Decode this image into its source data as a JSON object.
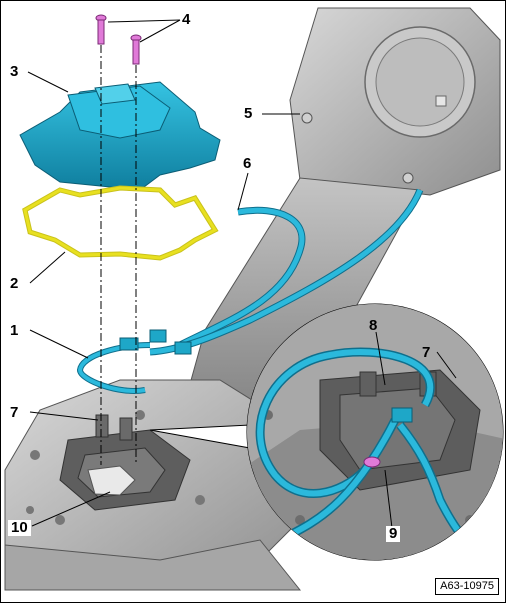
{
  "figure": {
    "reference_code": "A63-10975",
    "colors": {
      "housing": "#b9b9b9",
      "housing_dark": "#8d8d8d",
      "part_cyan": "#1ea7c8",
      "part_cyan_dark": "#0f6f8c",
      "gasket_yellow": "#e8e020",
      "screw_pink": "#e07ad8"
    }
  },
  "callouts": [
    {
      "number": "1"
    },
    {
      "number": "2"
    },
    {
      "number": "3"
    },
    {
      "number": "4"
    },
    {
      "number": "5"
    },
    {
      "number": "6"
    },
    {
      "number": "7"
    },
    {
      "number": "7"
    },
    {
      "number": "8"
    },
    {
      "number": "9"
    },
    {
      "number": "10"
    }
  ]
}
